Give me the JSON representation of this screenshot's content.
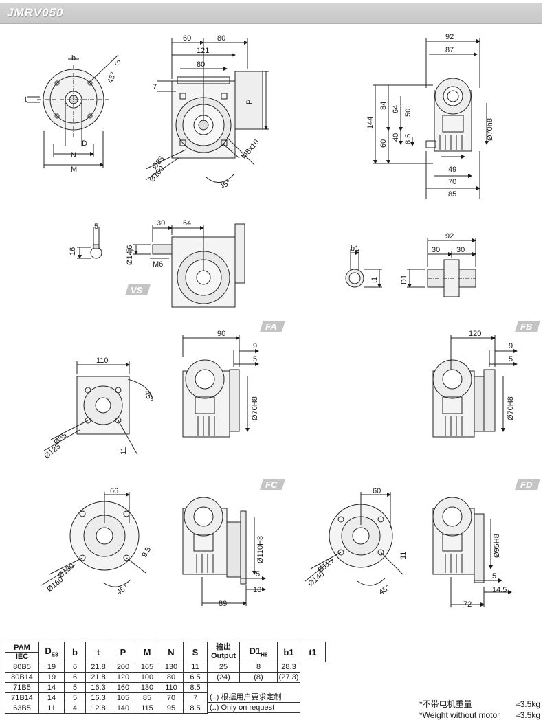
{
  "header": {
    "title": "JMRV050"
  },
  "drawing": {
    "views": {
      "main": {
        "flange": [
          "b",
          "t",
          "S",
          "45°",
          "D",
          "N",
          "M"
        ],
        "front": [
          "60",
          "80",
          "121",
          "80",
          "7",
          "P",
          "Ø85",
          "Ø100",
          "M8x10",
          "45°"
        ],
        "side": [
          "92",
          "87",
          "144",
          "84",
          "64",
          "50",
          "60",
          "40",
          "8.5",
          "Ø70h8",
          "49",
          "70",
          "85"
        ]
      },
      "vs": {
        "tag": "VS",
        "key": [
          "5",
          "16"
        ],
        "front": [
          "30",
          "64",
          "Ø14j6",
          "M6"
        ]
      },
      "hollow": {
        "key": [
          "b1",
          "t1"
        ],
        "side": [
          "92",
          "30",
          "30",
          "D1"
        ]
      },
      "fa": {
        "tag": "FA",
        "flange": [
          "110",
          "45°",
          "Ø85",
          "Ø125",
          "11"
        ],
        "side": [
          "90",
          "9",
          "5",
          "Ø70H8"
        ]
      },
      "fb": {
        "tag": "FB",
        "side": [
          "120",
          "9",
          "5",
          "Ø70H8"
        ]
      },
      "fc": {
        "tag": "FC",
        "flange": [
          "66",
          "9.5",
          "Ø130",
          "Ø160",
          "45°"
        ],
        "side": [
          "Ø110H8",
          "5",
          "10",
          "89"
        ]
      },
      "fd": {
        "tag": "FD",
        "flange": [
          "60",
          "11",
          "Ø115",
          "Ø140",
          "45°"
        ],
        "side": [
          "Ø95H8",
          "5",
          "14.5",
          "72"
        ]
      }
    }
  },
  "spec_table": {
    "header_pam": "PAM",
    "header_iec": "IEC",
    "header_de": "D",
    "header_de_sub": "E8",
    "headers": [
      "b",
      "t",
      "P",
      "M",
      "N",
      "S"
    ],
    "rows": [
      [
        "80B5",
        "19",
        "6",
        "21.8",
        "200",
        "165",
        "130",
        "11"
      ],
      [
        "80B14",
        "19",
        "6",
        "21.8",
        "120",
        "100",
        "80",
        "6.5"
      ],
      [
        "71B5",
        "14",
        "5",
        "16.3",
        "160",
        "130",
        "110",
        "8.5"
      ],
      [
        "71B14",
        "14",
        "5",
        "16.3",
        "105",
        "85",
        "70",
        "7"
      ],
      [
        "63B5",
        "11",
        "4",
        "12.8",
        "140",
        "115",
        "95",
        "8.5"
      ]
    ]
  },
  "output_table": {
    "label_cn": "输出",
    "label_en": "Output",
    "header_d1": "D1",
    "header_d1_sub": "H8",
    "header_b1": "b1",
    "header_t1": "t1",
    "rows": [
      [
        "25",
        "8",
        "28.3"
      ],
      [
        "(24)",
        "(8)",
        "(27.3)"
      ]
    ],
    "note_cn": "(..) 根据用户要求定制",
    "note_en": "(..) Only on request"
  },
  "weight": {
    "cn_label": "*不带电机重量",
    "cn_value": "≈3.5kg",
    "en_label": "*Weight without motor",
    "en_value": "≈3.5kg"
  }
}
